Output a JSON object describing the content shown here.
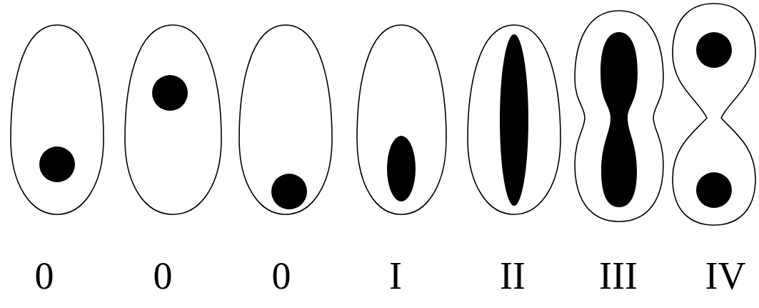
{
  "diagram": {
    "labels": [
      "0",
      "0",
      "0",
      "I",
      "II",
      "III",
      "IV"
    ]
  }
}
